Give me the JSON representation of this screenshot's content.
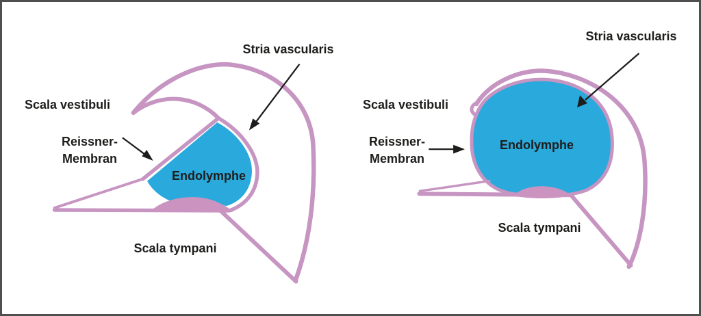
{
  "figure_kind": "cochlear duct cross-section comparison diagram (two panels)",
  "colors": {
    "membrane_pink": "#c795c2",
    "hump_pink": "#cb93bf",
    "endolymph_blue": "#2aa9dc",
    "label_text": "#1d1d1b",
    "arrow_black": "#1d1d1b",
    "frame_border": "#4f4f4f",
    "background": "#ffffff"
  },
  "panels": [
    {
      "name": "left-panel",
      "labels": {
        "stria_vascularis": "Stria vascularis",
        "scala_vestibuli": "Scala vestibuli",
        "reissner_line1": "Reissner-",
        "reissner_line2": "Membran",
        "endolymphe": "Endolymphe",
        "scala_tympani": "Scala tympani"
      }
    },
    {
      "name": "right-panel",
      "labels": {
        "stria_vascularis": "Stria vascularis",
        "scala_vestibuli": "Scala vestibuli",
        "reissner_line1": "Reissner-",
        "reissner_line2": "Membran",
        "endolymphe": "Endolymphe",
        "scala_tympani": "Scala tympani"
      }
    }
  ]
}
